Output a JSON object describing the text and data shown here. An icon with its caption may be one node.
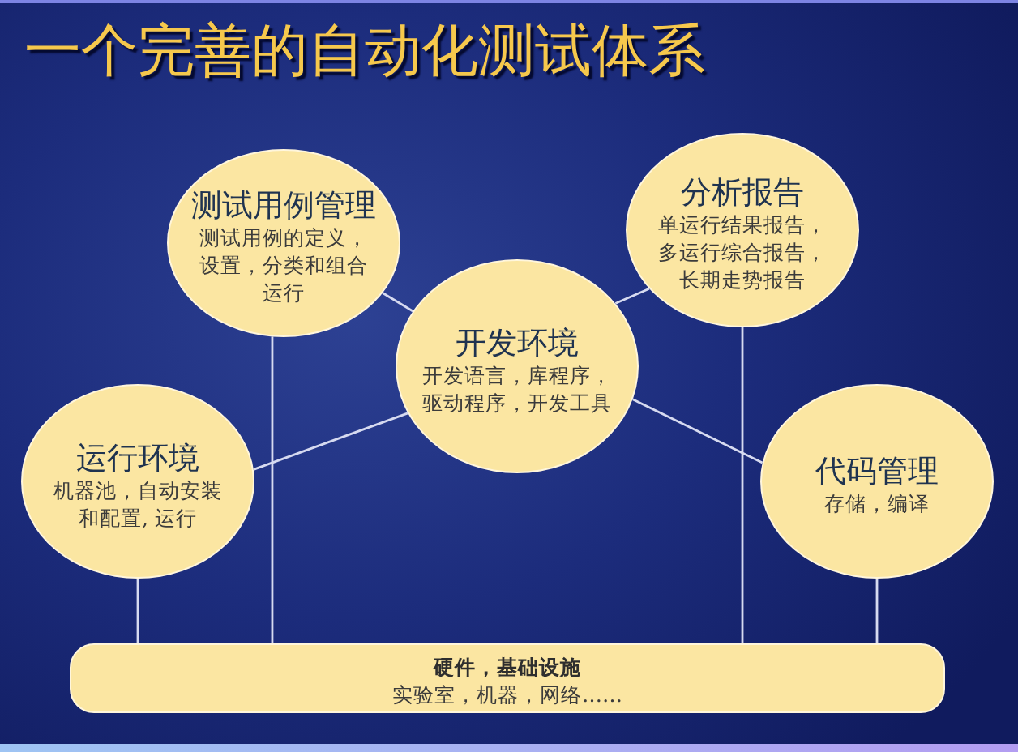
{
  "diagram": {
    "title": "一个完善的自动化测试体系",
    "nodes": [
      {
        "text": [
          "测试用例管理",
          "测试用例的定义，设置，分类和组合运行"
        ]
      },
      {
        "text": [
          "分析报告",
          "单运行结果报告，多运行综合报告，长期走势报告"
        ]
      },
      {
        "text": [
          "开发环境",
          "开发语言，库程序，驱动程序，开发工具"
        ]
      },
      {
        "text": [
          "运行环境",
          "机器池，自动安装和配置, 运行"
        ]
      },
      {
        "text": [
          "代码管理",
          "存储，编译"
        ]
      },
      {
        "text": [
          "硬件，基础设施",
          "实验室，机器，网络……"
        ]
      }
    ],
    "edges": [
      {
        "from": 0,
        "to": 2,
        "arrow": "none"
      },
      {
        "from": 1,
        "to": 2,
        "arrow": "none"
      },
      {
        "from": 3,
        "to": 2,
        "arrow": "none"
      },
      {
        "from": 2,
        "to": 4,
        "arrow": "none"
      },
      {
        "from": 0,
        "to": 5,
        "arrow": "none"
      },
      {
        "from": 1,
        "to": 5,
        "arrow": "none"
      },
      {
        "from": 3,
        "to": 5,
        "arrow": "none"
      },
      {
        "from": 4,
        "to": 5,
        "arrow": "none"
      }
    ]
  }
}
